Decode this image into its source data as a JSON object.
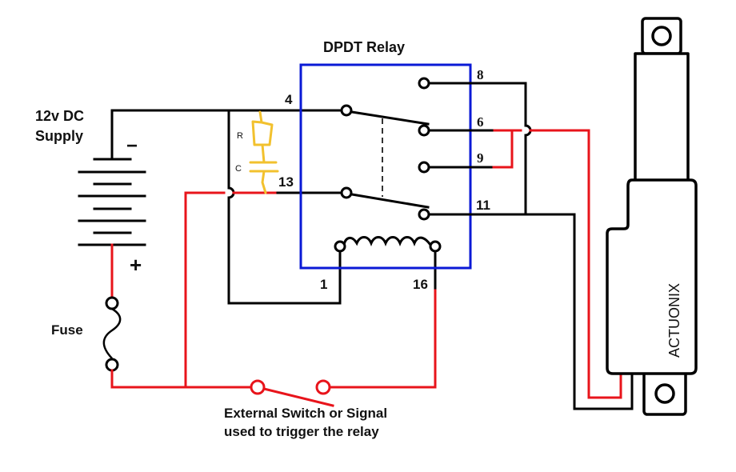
{
  "diagram": {
    "title": "DPDT Relay",
    "supply": {
      "label_line1": "12v DC",
      "label_line2": "Supply",
      "negative_sign": "−",
      "positive_sign": "+"
    },
    "fuse": {
      "label": "Fuse"
    },
    "snubber": {
      "resistor_label": "R",
      "capacitor_label": "C"
    },
    "relay_pins": {
      "p4": "4",
      "p13": "13",
      "p8": "8",
      "p6": "6",
      "p9": "9",
      "p11": "11",
      "p1": "1",
      "p16": "16"
    },
    "switch": {
      "caption_line1": "External Switch or Signal",
      "caption_line2": "used to trigger the relay"
    },
    "actuator": {
      "brand": "ACTUONIX"
    },
    "colors": {
      "wire_black": "#000000",
      "wire_red": "#e8141b",
      "relay_box": "#0a19d6",
      "snubber": "#f2c12e"
    }
  }
}
